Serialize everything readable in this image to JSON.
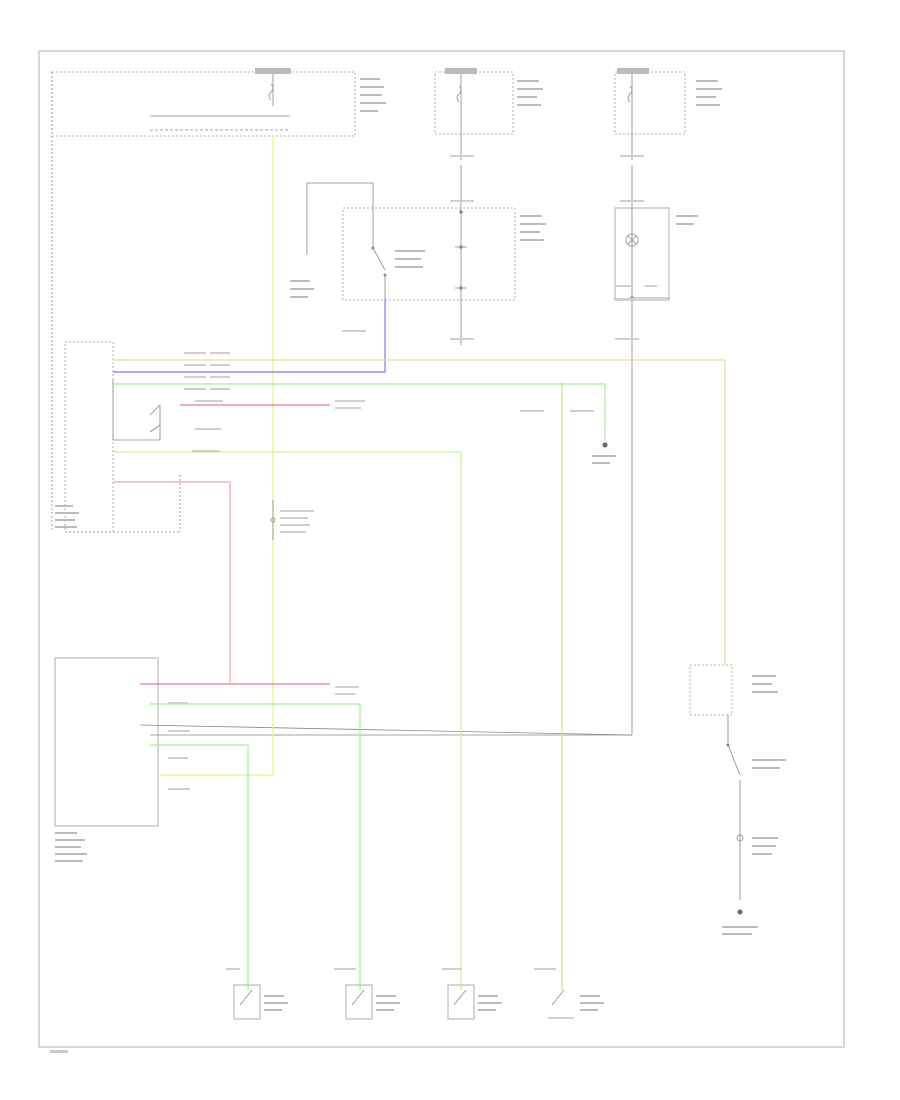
{
  "colors": {
    "frame": "#b0b0b0",
    "black_wire": "#888888",
    "yellow_wire": "#f0ef7a",
    "blue_wire": "#7a78f0",
    "green_wire": "#a8ee9a",
    "red_wire": "#f07a86",
    "pink_wire": "#f5a0ae",
    "orange_wire": "#f0d6a0",
    "olive_wire": "#d7e278"
  },
  "components": [
    "fuse-block-top-left",
    "fuse-block-top-center",
    "fuse-block-top-right",
    "ignition-switch",
    "seat-belt-switch",
    "brake-light-switch",
    "keyless-entry-unit",
    "integrated-control-unit",
    "door-lock-actuator",
    "switch-front-right",
    "switch-front-left",
    "switch-rear-left",
    "switch-rear-right"
  ]
}
